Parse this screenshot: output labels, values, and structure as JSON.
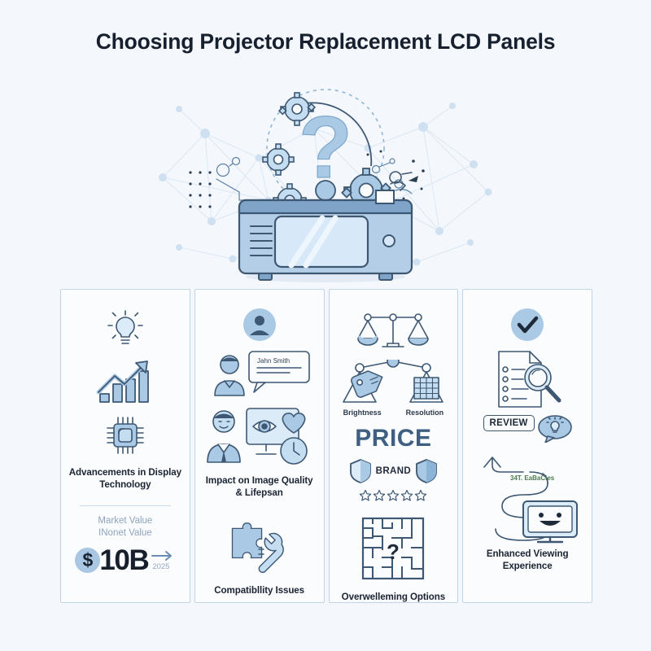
{
  "page": {
    "title": "Choosing Projector Replacement LCD Panels",
    "background_color": "#f4f7fb",
    "accent_color": "#3e5873",
    "icon_fill_color": "#a9c9e4"
  },
  "hero": {
    "name": "projector-with-question-gears-illustration",
    "question_mark": "?",
    "gear_count": 4,
    "description": "projector device with network node background and dashed circle of gears around a question mark"
  },
  "cards": [
    {
      "id": "card-advancements",
      "icons": [
        "lightbulb-icon",
        "growth-chart-icon",
        "cpu-chip-icon"
      ],
      "title": "Advancements in Display Technology",
      "metric": {
        "label_line1": "Market Value",
        "label_line2": "INonet Value",
        "currency_symbol": "$",
        "value": "10B",
        "year": "2025"
      }
    },
    {
      "id": "card-impact",
      "icons": [
        "user-avatar-icon",
        "person-speech-bubble-icon",
        "person-monitor-eye-heart-clock-icon",
        "puzzle-wrench-icon"
      ],
      "speech_bubble_text": "Jahn Smith",
      "title": "Impact on Image Quality & Lifepsan",
      "subtitle": "Compatibllity Issues"
    },
    {
      "id": "card-options",
      "icons": [
        "balance-scales-icon",
        "price-tag-resolution-balance-icon",
        "shield-icon",
        "star-icon",
        "maze-question-icon"
      ],
      "labels": {
        "left": "Brightness",
        "right": "Resolution"
      },
      "price_word": "PRICE",
      "brand_word": "BRAND",
      "star_count": 5,
      "title": "Overwelleming Options"
    },
    {
      "id": "card-experience",
      "icons": [
        "check-badge-icon",
        "document-magnifier-icon",
        "review-bubble-icon",
        "lightbulb-bubble-icon",
        "winding-path-icon",
        "smiling-monitor-icon"
      ],
      "review_tag": "REVIEW",
      "garbled_note": "34T. EaBaCies",
      "title": "Enhanced Viewing Experience"
    }
  ]
}
